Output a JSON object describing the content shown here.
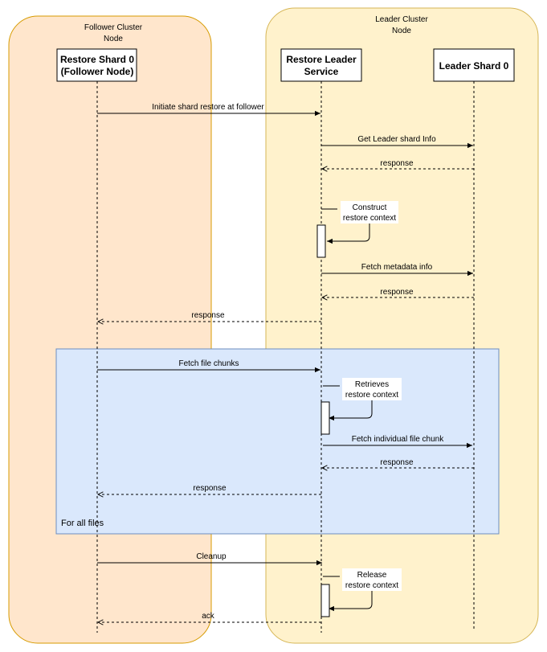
{
  "clusters": {
    "follower": {
      "title_line1": "Follower Cluster",
      "title_line2": "Node"
    },
    "leader": {
      "title_line1": "Leader Cluster",
      "title_line2": "Node"
    }
  },
  "participants": {
    "restore_shard": {
      "line1": "Restore Shard 0",
      "line2": "(Follower Node)"
    },
    "restore_leader_service": {
      "line1": "Restore Leader",
      "line2": "Service"
    },
    "leader_shard": {
      "line1": "Leader Shard 0"
    }
  },
  "messages": {
    "m1": "Initiate shard restore at follower",
    "m2": "Get Leader shard Info",
    "m3": "response",
    "m4_line1": "Construct",
    "m4_line2": "restore context",
    "m5": "Fetch metadata info",
    "m6": "response",
    "m7": "response",
    "m8": "Fetch file chunks",
    "m9_line1": "Retrieves",
    "m9_line2": "restore context",
    "m10": "Fetch individual file chunk",
    "m11": "response",
    "m12": "response",
    "m13": "Cleanup",
    "m14_line1": "Release",
    "m14_line2": "restore context",
    "m15": "ack"
  },
  "loop": {
    "label": "For all files"
  },
  "colors": {
    "follower_fill": "#FFE6CC",
    "follower_stroke": "#D79B00",
    "leader_fill": "#FFF2CC",
    "leader_stroke": "#D6B656",
    "loop_fill": "#DAE8FC",
    "loop_stroke": "#6C8EBF"
  }
}
